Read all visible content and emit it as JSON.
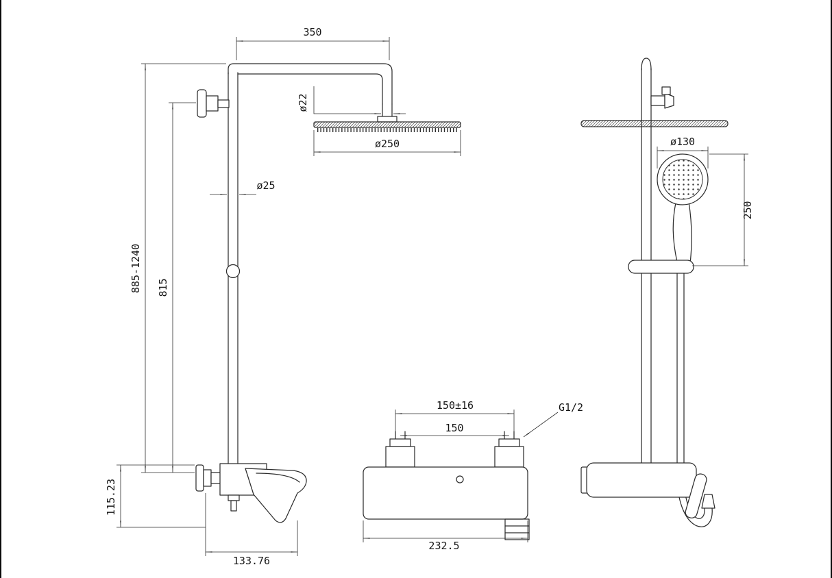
{
  "page": {
    "background": "#ffffff",
    "line_color": "#2d2d2d",
    "description_labels_visible": true
  },
  "front_view": {
    "arm_length": "350",
    "drop_pipe_dia": "ø22",
    "head_dia": "ø250",
    "riser_dia": "ø25",
    "overall_height": "885-1240",
    "riser_height": "815",
    "valve_drop": "115.23",
    "valve_width": "133.76"
  },
  "valve_view": {
    "inlet_spacing_tolerance": "150±16",
    "inlet_spacing": "150",
    "thread_spec": "G1/2",
    "body_width": "232.5"
  },
  "side_view": {
    "handset_dia": "ø130",
    "handset_length": "250"
  }
}
